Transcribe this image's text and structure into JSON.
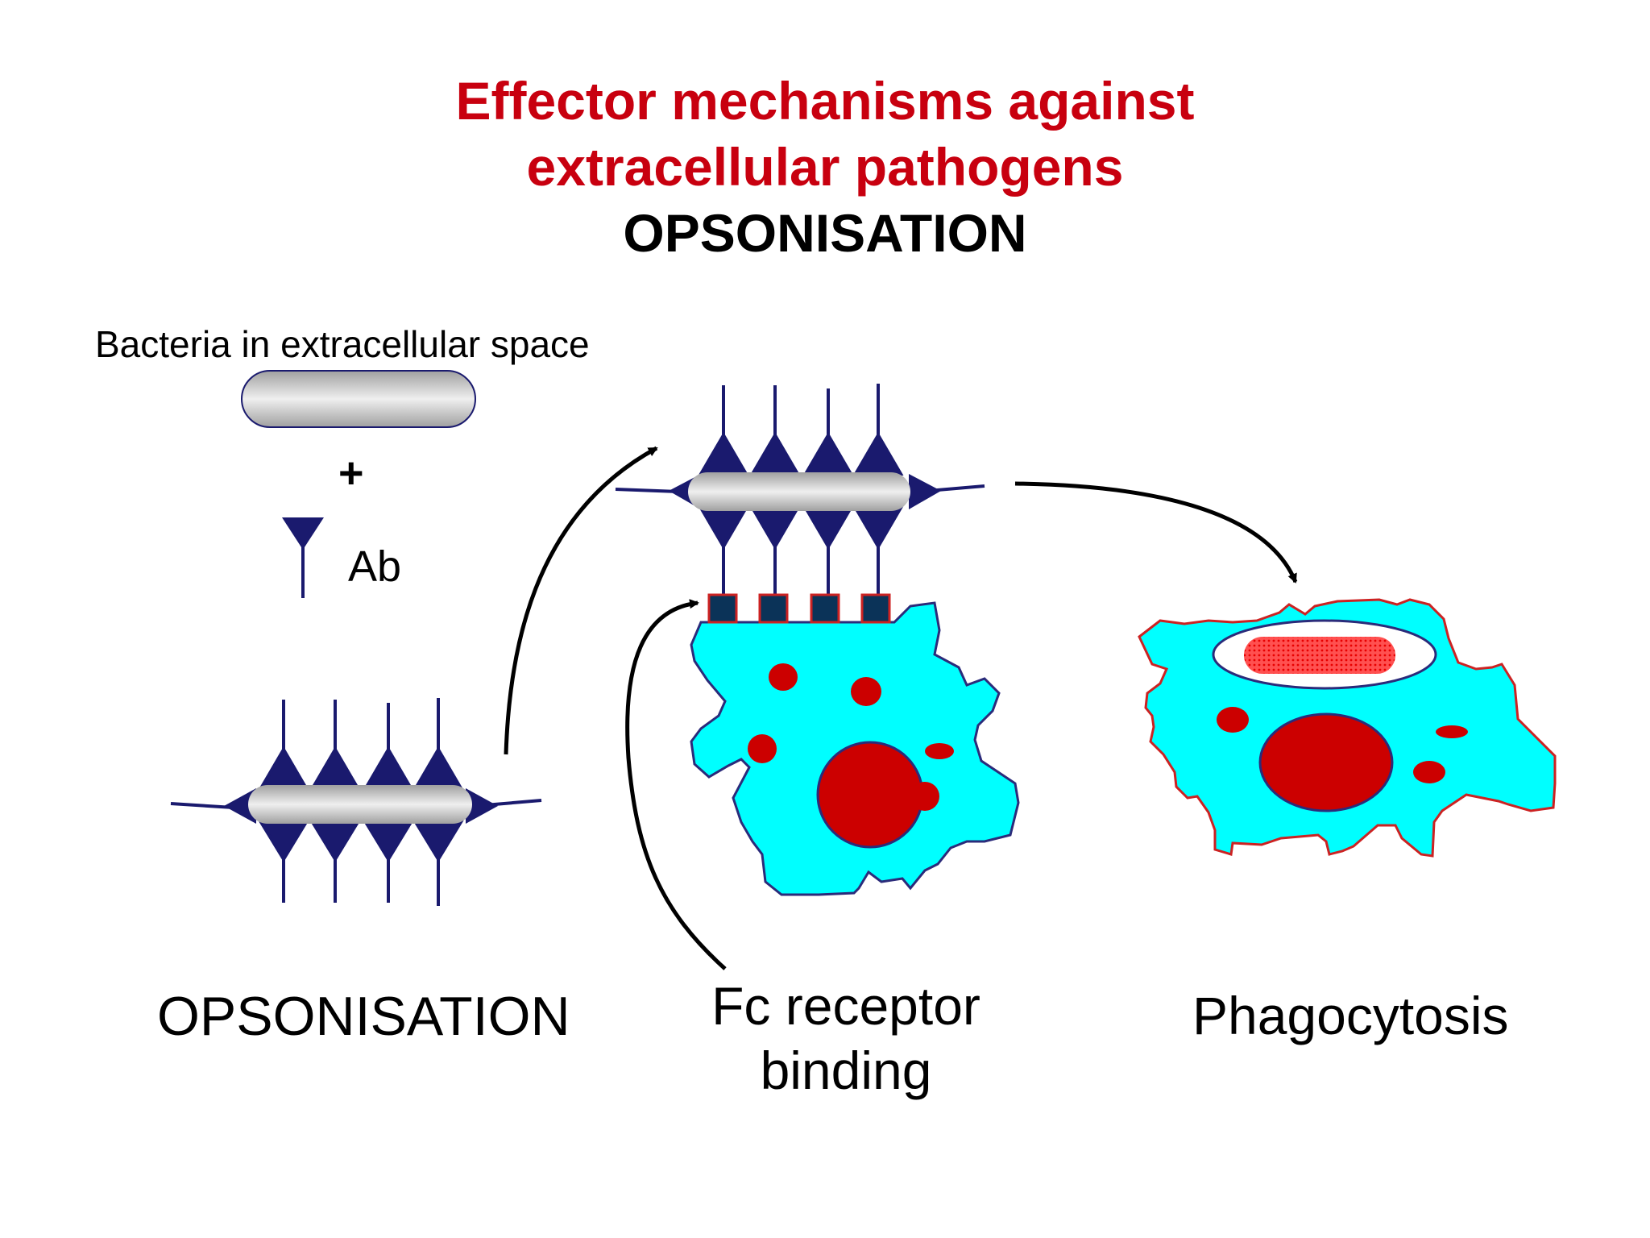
{
  "title": {
    "line1": "Effector mechanisms against",
    "line2": "extracellular pathogens",
    "line3": "OPSONISATION"
  },
  "labels": {
    "bacteria": "Bacteria in extracellular space",
    "plus": "+",
    "antibody": "Ab",
    "opsonisation": "OPSONISATION",
    "fc_line1": "Fc receptor",
    "fc_line2": "binding",
    "phagocytosis": "Phagocytosis"
  },
  "colors": {
    "title_red": "#c8000f",
    "antibody_navy": "#1a1a6e",
    "cell_cyan": "#00ffff",
    "cell_outline": "#cc2222",
    "nucleus_red": "#cc0000",
    "receptor_fill": "#0b3358",
    "bacterium_gray": "#c8c8c8"
  }
}
